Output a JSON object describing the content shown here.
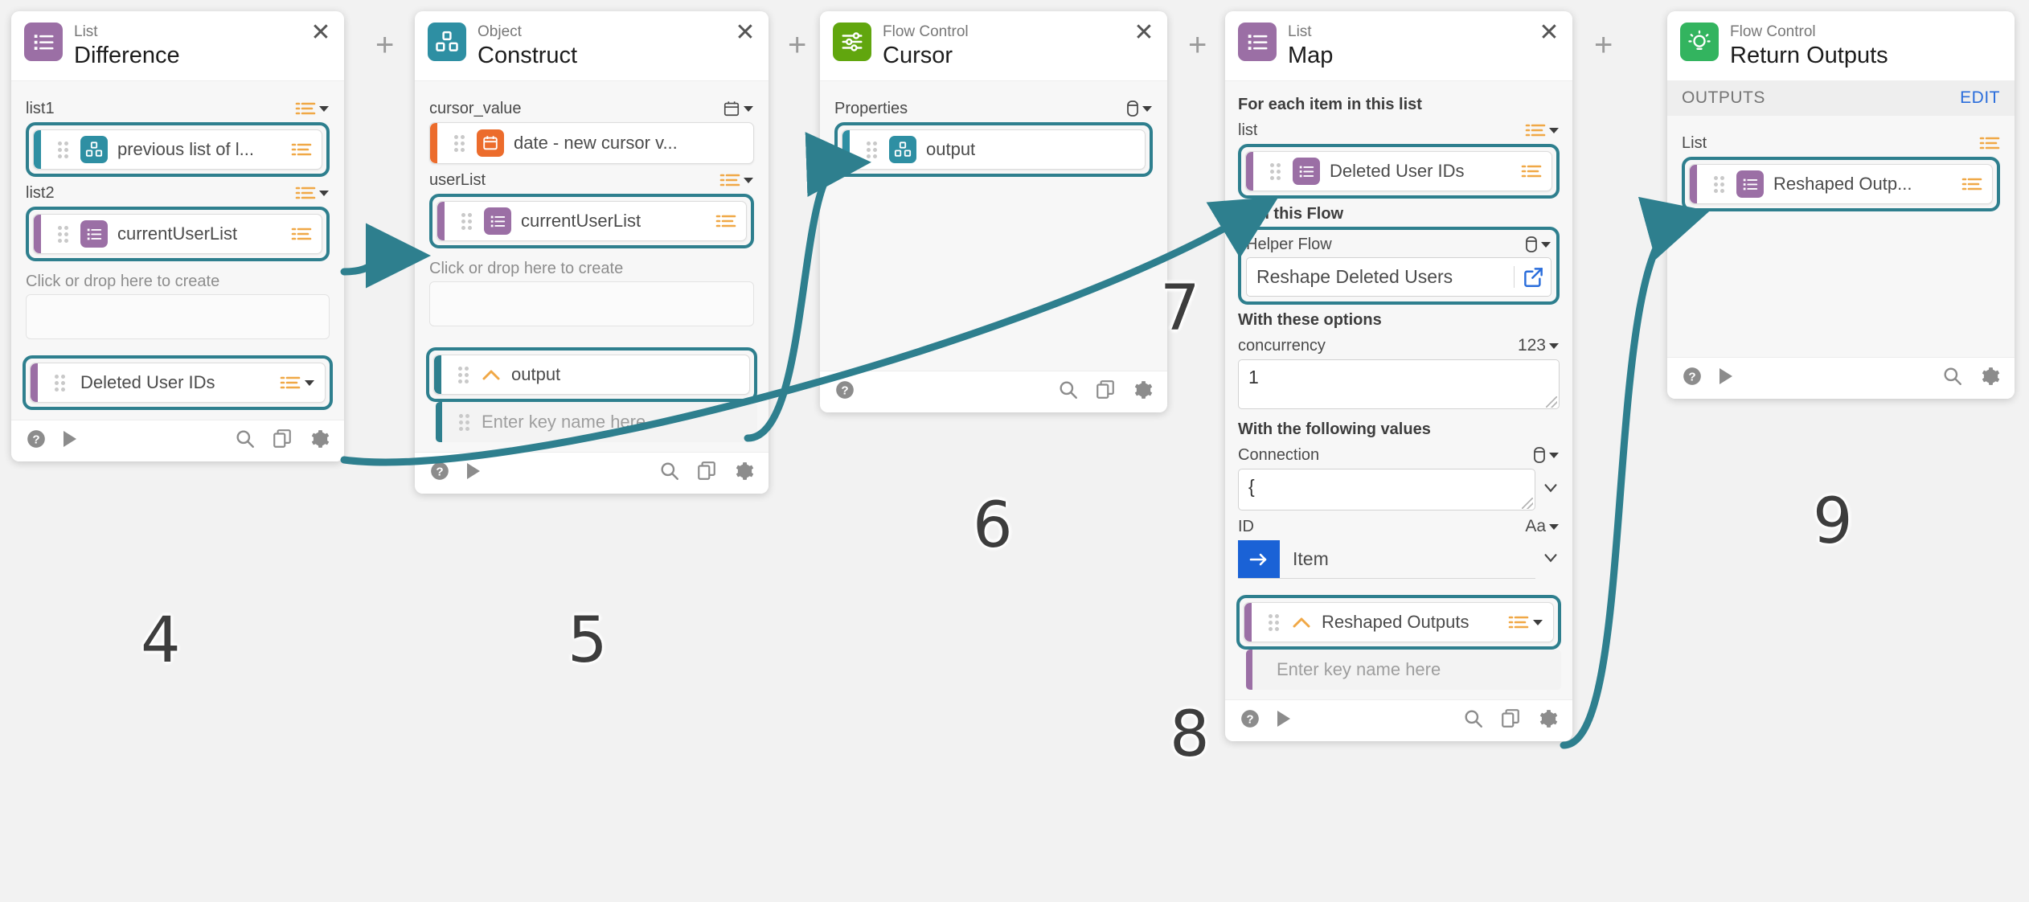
{
  "canvas": {
    "background": "#f2f2f2",
    "accent_selection": "#2e7f8e"
  },
  "cards": [
    {
      "step": "4",
      "category": "List",
      "title": "Difference",
      "icon": "list-icon",
      "icon_color": "#9b6fa5",
      "fields": [
        {
          "label": "list1",
          "type_icon": "list-type-icon",
          "chip": {
            "text": "previous list of l...",
            "icon": "object-icon",
            "color": "#2e8fa3",
            "end_icon": "list-type-icon"
          }
        },
        {
          "label": "list2",
          "type_icon": "list-type-icon",
          "chip": {
            "text": "currentUserList",
            "icon": "list-icon",
            "color": "#9b6fa5",
            "end_icon": "list-type-icon"
          }
        }
      ],
      "hint": "Click or drop here to create",
      "output_chip": {
        "text": "Deleted User IDs",
        "color": "#9b6fa5",
        "end_icon": "list-type-icon"
      },
      "footer": [
        "help-icon",
        "run-icon",
        "search-icon",
        "copy-icon",
        "gear-icon"
      ]
    },
    {
      "step": "5",
      "category": "Object",
      "title": "Construct",
      "icon": "object-icon",
      "icon_color": "#2e8fa3",
      "fields": [
        {
          "label": "cursor_value",
          "type_icon": "calendar-type-icon",
          "chip": {
            "text": "date - new cursor v...",
            "icon": "calendar-icon",
            "color": "#ec6c2c",
            "end_icon": ""
          }
        },
        {
          "label": "userList",
          "type_icon": "list-type-icon",
          "chip": {
            "text": "currentUserList",
            "icon": "list-icon",
            "color": "#9b6fa5",
            "end_icon": "list-type-icon"
          }
        }
      ],
      "hint": "Click or drop here to create",
      "output_chip": {
        "text": "output",
        "color": "#2e7f8e",
        "end_icon": ""
      },
      "key_placeholder": "Enter key name here",
      "footer": [
        "help-icon",
        "run-icon",
        "search-icon",
        "copy-icon",
        "gear-icon"
      ]
    },
    {
      "step": "6",
      "category": "Flow Control",
      "title": "Cursor",
      "icon": "sliders-icon",
      "icon_color": "#61a60e",
      "fields": [
        {
          "label": "Properties",
          "type_icon": "database-type-icon",
          "chip": {
            "text": "output",
            "icon": "object-icon",
            "color": "#2e8fa3",
            "end_icon": ""
          }
        }
      ],
      "footer": [
        "help-icon",
        "search-icon",
        "copy-icon",
        "gear-icon"
      ]
    },
    {
      "step": "7",
      "category": "List",
      "title": "Map",
      "icon": "list-icon",
      "icon_color": "#9b6fa5",
      "sections": [
        {
          "heading": "For each item in this list",
          "field": {
            "label": "list",
            "type_icon": "list-type-icon",
            "chip": {
              "text": "Deleted User IDs",
              "icon": "list-icon",
              "color": "#9b6fa5",
              "end_icon": "list-type-icon"
            }
          }
        },
        {
          "heading": "Run this Flow",
          "subflow": {
            "label": "Helper Flow",
            "type_icon": "database-type-icon",
            "value": "Reshape Deleted Users",
            "open_icon": "external-link-icon"
          }
        },
        {
          "heading": "With these options",
          "option": {
            "label": "concurrency",
            "type_icon": "number-type-icon",
            "type_icon_text": "123",
            "value": "1"
          }
        },
        {
          "heading": "With the following values",
          "values": [
            {
              "label": "Connection",
              "type_icon": "database-type-icon",
              "value": "{"
            },
            {
              "label": "ID",
              "type_icon": "text-type-icon",
              "type_icon_text": "Aa",
              "value": "Item",
              "icon": "arrow-right-icon",
              "icon_color": "#1a62d6"
            }
          ]
        }
      ],
      "output_chip": {
        "text": "Reshaped Outputs",
        "color": "#9b6fa5",
        "end_icon": "list-type-icon"
      },
      "key_placeholder": "Enter key name here",
      "step_output": "8",
      "footer": [
        "help-icon",
        "run-icon",
        "search-icon",
        "copy-icon",
        "gear-icon"
      ]
    },
    {
      "step": "9",
      "category": "Flow Control",
      "title": "Return Outputs",
      "icon": "lightbulb-icon",
      "icon_color": "#33b45f",
      "outputs_bar": {
        "label": "OUTPUTS",
        "edit": "EDIT"
      },
      "fields": [
        {
          "label": "List",
          "type_icon": "list-type-icon",
          "chip": {
            "text": "Reshaped Outp...",
            "icon": "list-icon",
            "color": "#9b6fa5",
            "end_icon": "list-type-icon"
          }
        }
      ],
      "footer": [
        "help-icon",
        "run-icon",
        "search-icon",
        "gear-icon"
      ]
    }
  ],
  "add_buttons": [
    "add-card-button",
    "add-card-button",
    "add-card-button",
    "add-card-button"
  ]
}
